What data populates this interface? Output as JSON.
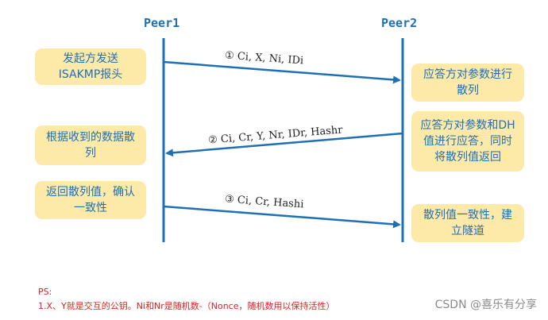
{
  "peers": {
    "left": "Peer1",
    "right": "Peer2"
  },
  "boxes": {
    "initiator_send": "发起方发送\nISAKMP报头",
    "responder_hash": "应答方对参数进行\n散列",
    "initiator_hash": "根据收到的数据散\n列",
    "responder_dh": "应答方对参数和DH\n值进行应答，同时\n将散列值返回",
    "initiator_confirm": "返回散列值，确认\n一致性",
    "responder_tunnel": "散列值一致性，建\n立隧道"
  },
  "messages": {
    "m1": {
      "num": "①",
      "text": "Ci, X, Ni, IDi"
    },
    "m2": {
      "num": "②",
      "text": "Ci, Cr, Y, Nr, IDr, Hashr"
    },
    "m3": {
      "num": "③",
      "text": "Ci, Cr, Hashi"
    }
  },
  "notes": {
    "ps_title": "PS:",
    "ps_line": "1.X、Y就是交互的公钥。Ni和Nr是随机数-（Nonce，随机数用以保持活性）"
  },
  "watermark": "CSDN @喜乐有分享",
  "colors": {
    "line": "#1f6fb5",
    "box": "#fde9a8",
    "ps": "#e02020"
  }
}
